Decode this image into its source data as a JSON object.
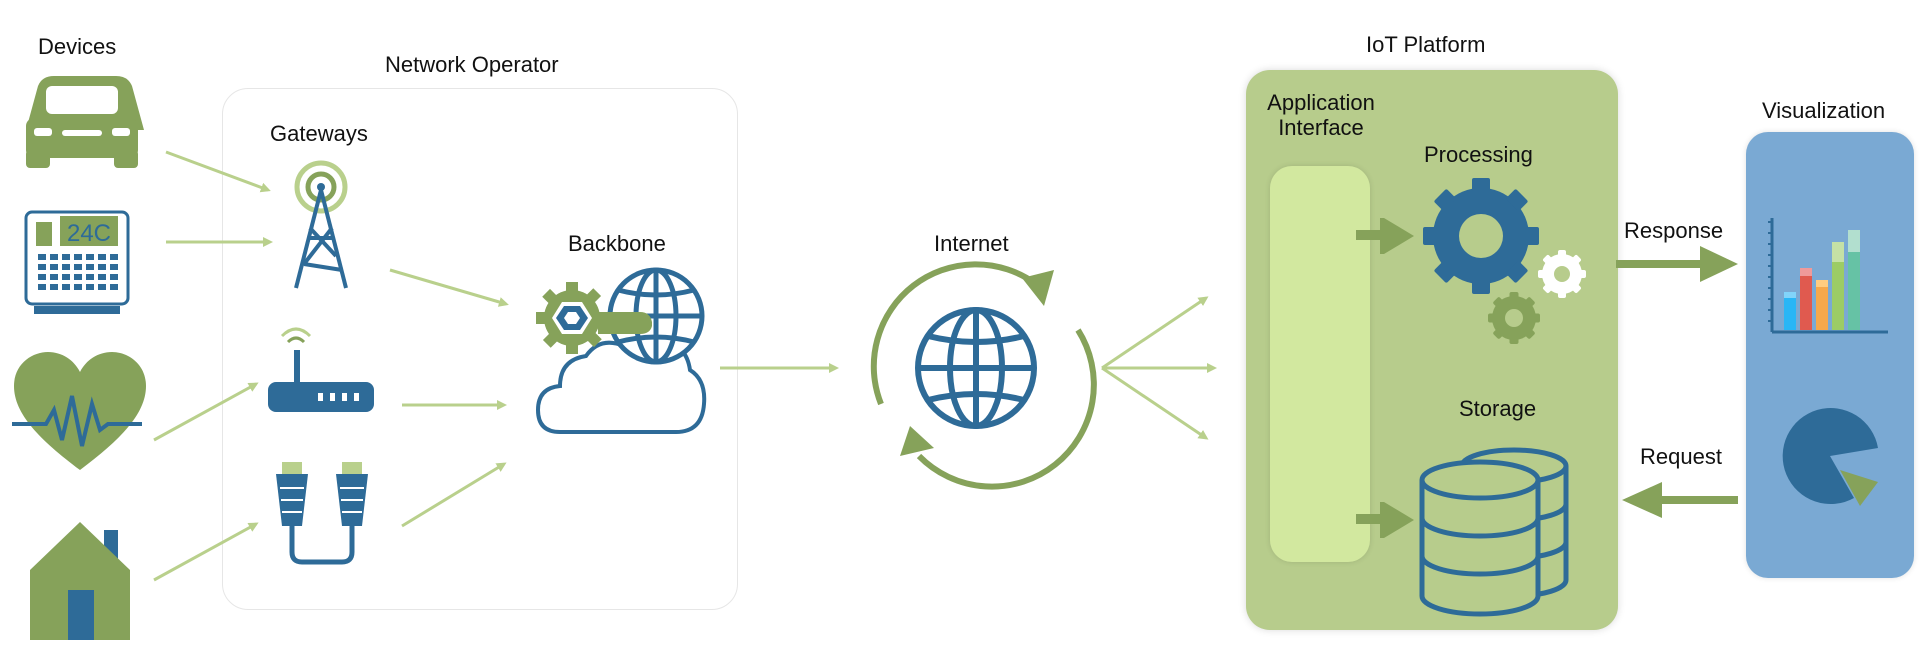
{
  "labels": {
    "devices": "Devices",
    "network_operator": "Network Operator",
    "gateways": "Gateways",
    "backbone": "Backbone",
    "internet": "Internet",
    "iot_platform": "IoT Platform",
    "application_interface_line1": "Application",
    "application_interface_line2": "Interface",
    "processing": "Processing",
    "storage": "Storage",
    "visualization": "Visualization",
    "response": "Response",
    "request": "Request"
  },
  "thermostat_display": "24C",
  "colors": {
    "green": "#86a25a",
    "light_green": "#b7cc8c",
    "pale_green": "#d2e89f",
    "arrow_green": "#b9d08c",
    "dark_arrow": "#86a25a",
    "blue": "#2e6b98",
    "viz_blue": "#7aa9d3"
  },
  "icons": [
    "car-icon",
    "thermostat-icon",
    "heart-pulse-icon",
    "house-icon",
    "antenna-tower-icon",
    "wifi-router-icon",
    "ethernet-cable-icon",
    "backbone-cloud-icon",
    "internet-globe-icon",
    "gears-icon",
    "database-icon",
    "bar-chart-icon",
    "pie-chart-icon"
  ]
}
